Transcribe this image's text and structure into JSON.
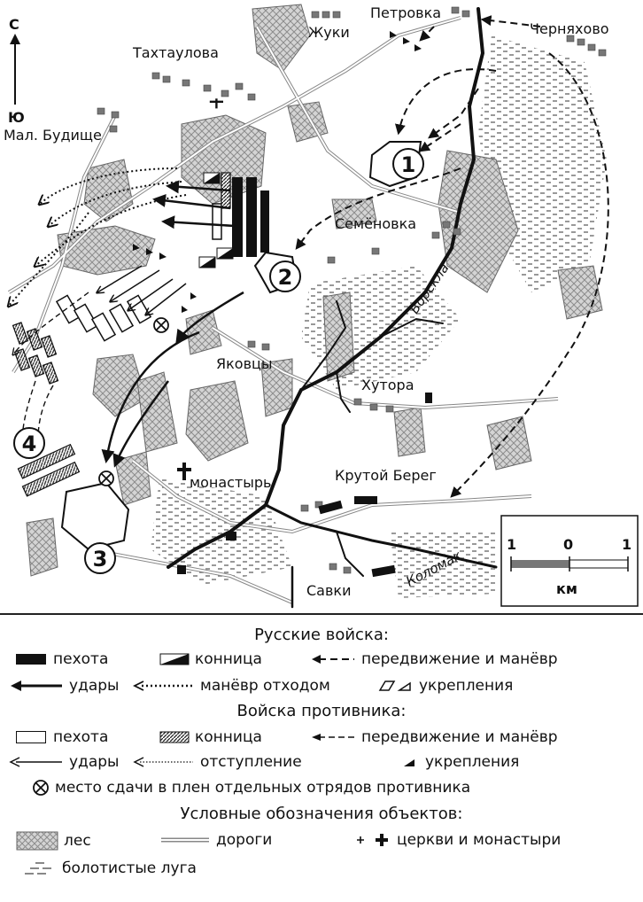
{
  "compass": {
    "north": "С",
    "south": "Ю"
  },
  "places": {
    "petrovka": "Петровка",
    "chernyakhovo": "Черняхово",
    "zhuki": "Жуки",
    "takhtaulova": "Тахтаулова",
    "mal_budishche": "Мал. Будище",
    "semenovka": "Семёновка",
    "yakovtsy": "Яковцы",
    "khutora": "Хутора",
    "monastyr": "монастырь",
    "krutoy_bereg": "Крутой Берег",
    "savki": "Савки"
  },
  "rivers": {
    "vorskla": "Ворскла",
    "kolomak": "Коломак"
  },
  "markers": [
    "1",
    "2",
    "3",
    "4"
  ],
  "scale": {
    "left": "1",
    "mid": "0",
    "right": "1",
    "unit": "км"
  },
  "legend": {
    "russian_header": "Русские войска:",
    "ru_infantry": "пехота",
    "ru_cavalry": "конница",
    "ru_movement": "передвижение и манёвр",
    "ru_strikes": "удары",
    "ru_withdraw": "манёвр отходом",
    "ru_fortifications": "укрепления",
    "enemy_header": "Войска противника:",
    "en_infantry": "пехота",
    "en_cavalry": "конница",
    "en_movement": "передвижение и манёвр",
    "en_strikes": "удары",
    "en_retreat": "отступление",
    "en_fortifications": "укрепления",
    "surrender": "место сдачи в плен отдельных отрядов противника",
    "objects_header": "Условные обозначения объектов:",
    "forest": "лес",
    "roads": "дороги",
    "churches": "церкви и монастыри",
    "marsh": "болотистые луга"
  }
}
